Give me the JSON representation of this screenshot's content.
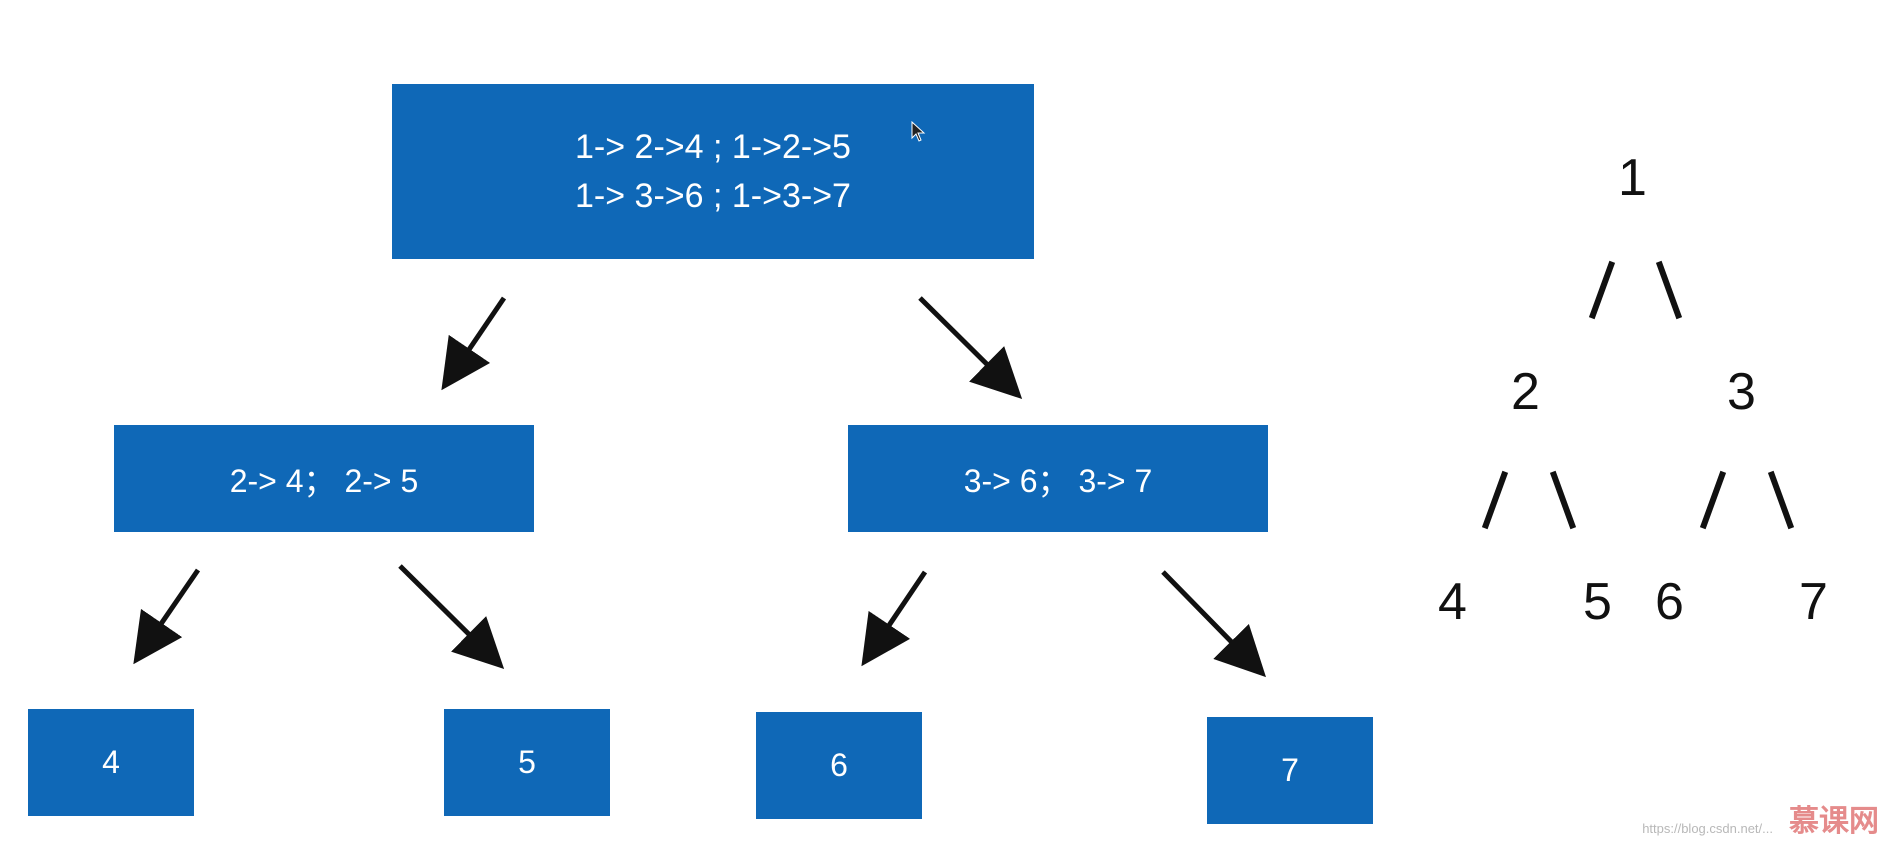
{
  "root_box": {
    "line1": "1-> 2->4 ; 1->2->5",
    "line2": "1-> 3->6 ; 1->3->7"
  },
  "mid_boxes": [
    {
      "label": "2-> 4； 2-> 5"
    },
    {
      "label": "3-> 6； 3-> 7"
    }
  ],
  "leaf_boxes": [
    {
      "label": "4"
    },
    {
      "label": "5"
    },
    {
      "label": "6"
    },
    {
      "label": "7"
    }
  ],
  "ascii_tree": {
    "root": "1",
    "level2": [
      "2",
      "3"
    ],
    "level3": [
      "4",
      "5",
      "6",
      "7"
    ]
  },
  "colors": {
    "box_fill": "#0f68b7",
    "box_text": "#ffffff",
    "arrow": "#111111"
  },
  "watermark": {
    "url_text": "https://blog.csdn.net/...",
    "logo_text": "慕课网"
  }
}
